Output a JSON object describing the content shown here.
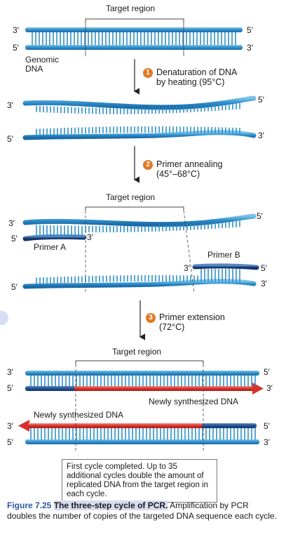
{
  "labels": {
    "target_region_1": "Target region",
    "target_region_2": "Target region",
    "target_region_3": "Target region",
    "three_prime": "3′",
    "five_prime": "5′",
    "genomic_dna": "Genomic\nDNA",
    "primer_a": "Primer A",
    "primer_b": "Primer B",
    "newly_synth_1": "Newly synthesized DNA",
    "newly_synth_2": "Newly synthesized DNA"
  },
  "steps": [
    {
      "number": "1",
      "text": "Denaturation of DNA\nby heating (95°C)"
    },
    {
      "number": "2",
      "text": "Primer annealing\n(45°–68°C)"
    },
    {
      "number": "3",
      "text": "Primer extension\n(72°C)"
    }
  ],
  "note": "First cycle completed. Up to 35 additional cycles double the amount of replicated DNA from the target region in each cycle.",
  "caption": {
    "number": "Figure 7.25",
    "title": "The three-step cycle of PCR.",
    "text": " Amplification by PCR doubles the number of copies of the targeted DNA sequence each cycle."
  },
  "colors": {
    "strand": "#2f8fca",
    "strand_dark": "#1f5f9e",
    "primer": "#224f8f",
    "new_dna": "#d7322b",
    "badge": "#e07a26"
  }
}
